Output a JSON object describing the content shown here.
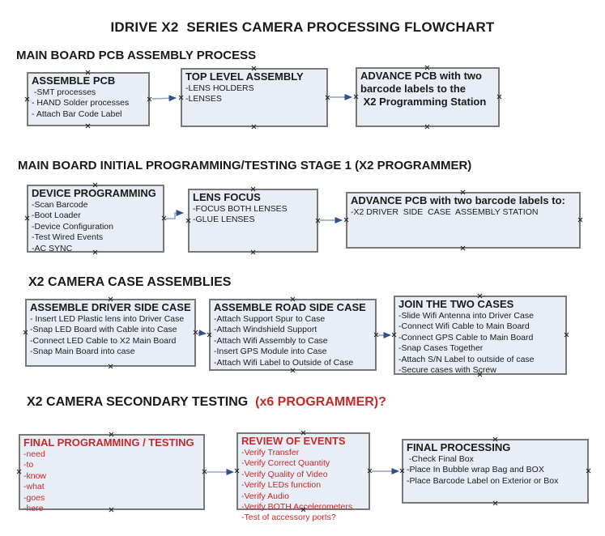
{
  "title": "IDRIVE X2  SERIES CAMERA PROCESSING FLOWCHART",
  "colors": {
    "box_fill": "#e9eef6",
    "box_border": "#787878",
    "connector_line": "#8ea6c6",
    "connector_arrowhead": "#30508c",
    "alert_red": "#c52a2a",
    "text_black": "#1a1a1a"
  },
  "sections": [
    {
      "header": "MAIN BOARD PCB ASSEMBLY PROCESS",
      "header_red": "",
      "boxes": [
        {
          "title": "ASSEMBLE PCB",
          "items": [
            " -SMT processes",
            "- HAND Solder processes",
            "- Attach Bar Code Label"
          ]
        },
        {
          "title": "TOP LEVEL ASSEMBLY",
          "items": [
            "-LENS HOLDERS",
            "-LENSES"
          ]
        },
        {
          "title": "ADVANCE PCB with two\nbarcode labels to the\n X2 Programming Station",
          "items": []
        }
      ]
    },
    {
      "header": "MAIN BOARD INITIAL PROGRAMMING/TESTING STAGE 1 (X2 PROGRAMMER)",
      "header_red": "",
      "boxes": [
        {
          "title": "DEVICE PROGRAMMING",
          "items": [
            "-Scan Barcode",
            "-Boot Loader",
            "-Device Configuration",
            "-Test Wired Events",
            "-AC SYNC"
          ]
        },
        {
          "title": "LENS FOCUS",
          "items": [
            "-FOCUS BOTH LENSES",
            "-GLUE LENSES"
          ]
        },
        {
          "title": "ADVANCE PCB with two barcode labels to:",
          "items": [
            "-X2 DRIVER  SIDE  CASE  ASSEMBLY STATION"
          ]
        }
      ]
    },
    {
      "header": "X2 CAMERA CASE ASSEMBLIES",
      "header_red": "",
      "boxes": [
        {
          "title": "ASSEMBLE DRIVER SIDE CASE",
          "items": [
            "- Insert LED Plastic lens into Driver Case",
            "-Snap LED Board with Cable into Case",
            "-Connect LED Cable to X2 Main Board",
            "-Snap Main Board into case"
          ]
        },
        {
          "title": "ASSEMBLE ROAD SIDE CASE",
          "items": [
            "-Attach Support Spur to Case",
            "-Attach Windshield Support",
            "-Attach Wifi Assembly to Case",
            "-Insert GPS Module into Case",
            "-Attach Wifi Label to Outside of Case"
          ]
        },
        {
          "title": "JOIN THE TWO CASES",
          "items": [
            "-Slide Wifi Antenna into Driver Case",
            "-Connect Wifi Cable to Main Board",
            "-Connect GPS Cable to Main Board",
            "-Snap Cases Together",
            "-Attach S/N Label to outside of case",
            "-Secure cases with Screw"
          ]
        }
      ]
    },
    {
      "header": "X2 CAMERA SECONDARY TESTING  ",
      "header_red": "(x6 PROGRAMMER)?",
      "boxes": [
        {
          "title": "FINAL PROGRAMMING / TESTING",
          "items": [
            "-need",
            "-to",
            "-know",
            "-what",
            "-goes",
            "-here"
          ]
        },
        {
          "title": "REVIEW OF EVENTS",
          "items": [
            "-Verify Transfer",
            "-Verify Correct Quantity",
            "-Verify Quality of Video",
            "-Verify LEDs function",
            "-Verify Audio",
            "-Verify BOTH Accelerometers",
            "-Test of accessory ports?"
          ]
        },
        {
          "title": "FINAL PROCESSING",
          "items": [
            " -Check Final Box",
            "-Place In Bubble wrap Bag and BOX",
            "-Place Barcode Label on Exterior or Box"
          ]
        }
      ]
    }
  ]
}
